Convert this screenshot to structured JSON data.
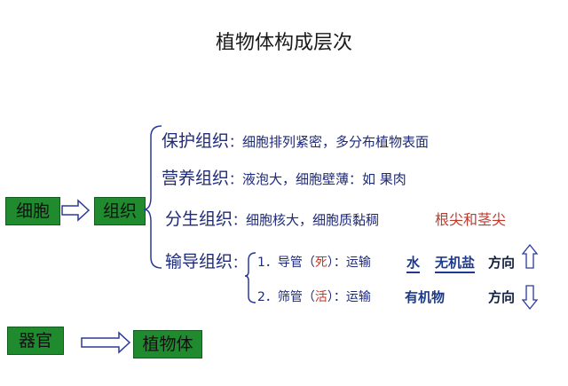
{
  "title": "植物体构成层次",
  "boxes": {
    "cell": "细胞",
    "tissue": "组织",
    "organ": "器官",
    "plant": "植物体"
  },
  "tissues": [
    {
      "name": "保护组织",
      "colon": "：",
      "desc": "细胞排列紧密，多分布植物表面"
    },
    {
      "name": "营养组织",
      "colon": "：",
      "desc": "液泡大，细胞壁薄：如 果肉"
    },
    {
      "name": "分生组织",
      "colon": "：",
      "desc": "细胞核大，细胞质黏稠",
      "location": "根尖和茎尖"
    },
    {
      "name": "输导组织",
      "colon": "："
    }
  ],
  "conduction": [
    {
      "index": "1．",
      "name": "导管",
      "state_open": "（",
      "state": "死",
      "state_close": "）",
      "colon": "：",
      "verb": "运输",
      "substance1": "水",
      "substance2": "无机盐",
      "direction": "方向"
    },
    {
      "index": "2．",
      "name": "筛管",
      "state_open": "（",
      "state": "活",
      "state_close": "）",
      "colon": "：",
      "verb": "运输",
      "substance1": "有机物",
      "direction": "方向"
    }
  ],
  "colors": {
    "box_green": "#1f8a2e",
    "text_blue": "#1e2a7a",
    "accent_red": "#c0392b"
  }
}
